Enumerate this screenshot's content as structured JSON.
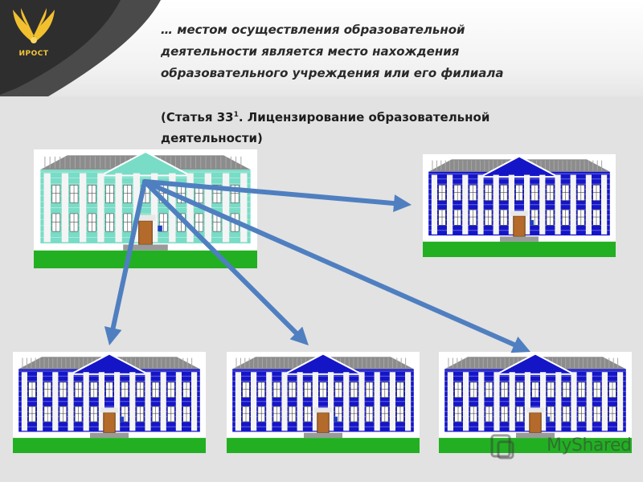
{
  "logo": {
    "text": "ИРОСТ"
  },
  "heading": {
    "line1": "… местом осуществления образовательной",
    "line2": "деятельности является место нахождения",
    "line3": "образовательного учреждения или его филиала"
  },
  "citation": {
    "prefix": "(Статья 33",
    "superscript": "1",
    "suffix": ". Лицензирование образовательной",
    "line2": "деятельности)"
  },
  "buildings": [
    {
      "role": "main",
      "color": "#78dcc6"
    },
    {
      "role": "branch",
      "color": "#1515c8"
    },
    {
      "role": "branch",
      "color": "#1515c8"
    },
    {
      "role": "branch",
      "color": "#1515c8"
    },
    {
      "role": "branch",
      "color": "#1515c8"
    }
  ],
  "colors": {
    "arrow": "#4f7fc0",
    "lawn": "#22b022",
    "roof": "#8c8c8c"
  },
  "watermark": {
    "text": "MyShared"
  }
}
